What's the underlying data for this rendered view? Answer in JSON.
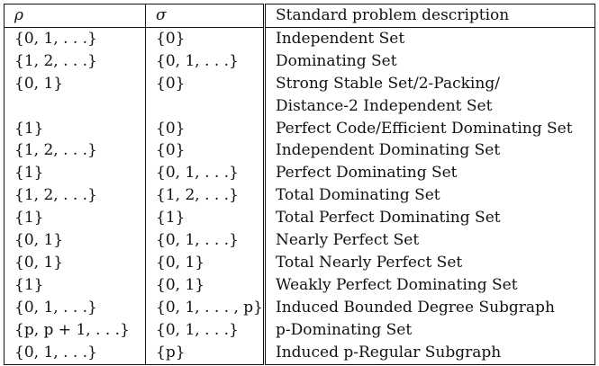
{
  "table": {
    "headers": {
      "rho": "ρ",
      "sigma": "σ",
      "description": "Standard problem description"
    },
    "rows": [
      {
        "rho": "{0, 1, . . .}",
        "sigma": "{0}",
        "description": "Independent Set"
      },
      {
        "rho": "{1, 2, . . .}",
        "sigma": "{0, 1, . . .}",
        "description": "Dominating Set"
      },
      {
        "rho": "{0, 1}",
        "sigma": "{0}",
        "description": "Strong Stable Set/2-Packing/"
      },
      {
        "rho": "",
        "sigma": "",
        "description": "Distance-2 Independent Set"
      },
      {
        "rho": "{1}",
        "sigma": "{0}",
        "description": "Perfect Code/Efficient Dominating Set"
      },
      {
        "rho": "{1, 2, . . .}",
        "sigma": "{0}",
        "description": "Independent Dominating Set"
      },
      {
        "rho": "{1}",
        "sigma": "{0, 1, . . .}",
        "description": "Perfect Dominating Set"
      },
      {
        "rho": "{1, 2, . . .}",
        "sigma": "{1, 2, . . .}",
        "description": "Total Dominating Set"
      },
      {
        "rho": "{1}",
        "sigma": "{1}",
        "description": "Total Perfect Dominating Set"
      },
      {
        "rho": "{0, 1}",
        "sigma": "{0, 1, . . .}",
        "description": "Nearly Perfect Set"
      },
      {
        "rho": "{0, 1}",
        "sigma": "{0, 1}",
        "description": "Total Nearly Perfect Set"
      },
      {
        "rho": "{1}",
        "sigma": "{0, 1}",
        "description": "Weakly Perfect Dominating Set"
      },
      {
        "rho": "{0, 1, . . .}",
        "sigma": "{0, 1, . . . , p}",
        "description": "Induced Bounded Degree Subgraph"
      },
      {
        "rho": "{p, p + 1, . . .}",
        "sigma": "{0, 1, . . .}",
        "description": "p-Dominating Set"
      },
      {
        "rho": "{0, 1, . . .}",
        "sigma": "{p}",
        "description": "Induced p-Regular Subgraph"
      }
    ]
  }
}
